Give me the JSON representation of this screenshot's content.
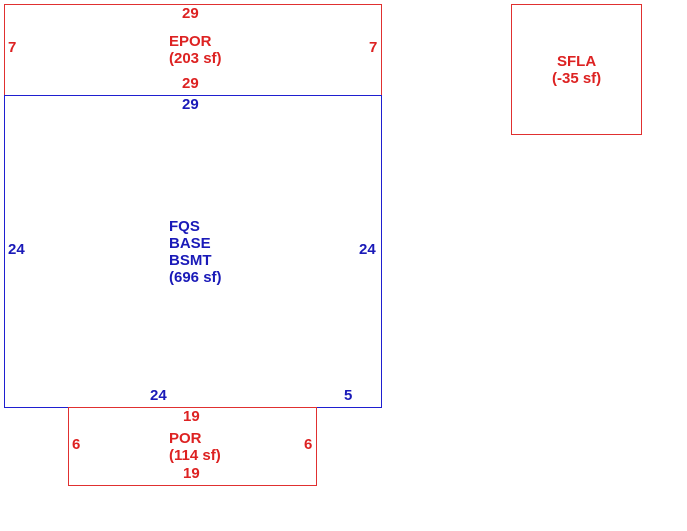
{
  "colors": {
    "red": "#dd2222",
    "blue": "#1a1ab8"
  },
  "areas": {
    "epor": {
      "name": "EPOR",
      "area": "(203 sf)",
      "top_dim": "29",
      "bottom_dim": "29",
      "left_dim": "7",
      "right_dim": "7"
    },
    "base": {
      "lines": [
        "FQS",
        "BASE",
        "BSMT"
      ],
      "area": "(696 sf)",
      "top_dim": "29",
      "left_dim": "24",
      "right_dim": "24",
      "bottom_dim_left": "24",
      "bottom_dim_right": "5"
    },
    "por": {
      "name": "POR",
      "area": "(114 sf)",
      "top_dim": "19",
      "bottom_dim": "19",
      "left_dim": "6",
      "right_dim": "6"
    },
    "sfla": {
      "name": "SFLA",
      "area": "(-35 sf)"
    }
  }
}
